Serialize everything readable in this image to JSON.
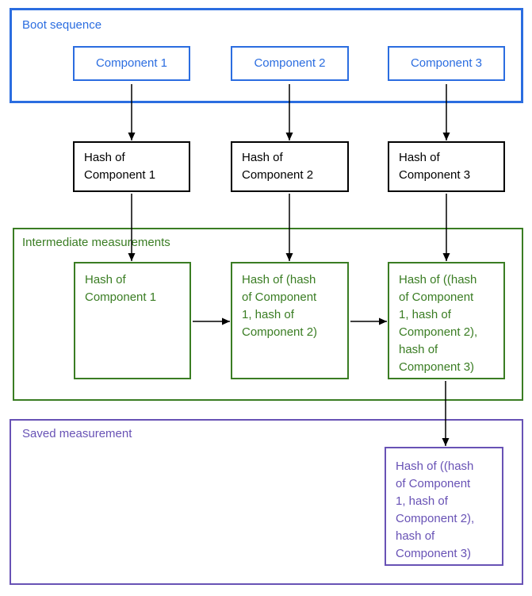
{
  "colors": {
    "blue": "#2b6de0",
    "green": "#3a7d23",
    "purple": "#6852b5",
    "box_black": "#000000",
    "arrow": "#000000",
    "background": "#ffffff"
  },
  "boot_sequence": {
    "label": "Boot sequence",
    "components": [
      {
        "label": "Component 1"
      },
      {
        "label": "Component 2"
      },
      {
        "label": "Component 3"
      }
    ]
  },
  "hash_row": [
    {
      "text": "Hash of\nComponent 1"
    },
    {
      "text": "Hash of\nComponent 2"
    },
    {
      "text": "Hash of\nComponent 3"
    }
  ],
  "intermediate": {
    "label": "Intermediate measurements",
    "boxes": [
      {
        "text": "Hash of\nComponent 1"
      },
      {
        "text": "Hash of (hash\nof Component\n1, hash of\nComponent 2)"
      },
      {
        "text": "Hash of ((hash\nof Component\n1, hash of\nComponent 2),\nhash of\nComponent 3)"
      }
    ]
  },
  "saved": {
    "label": "Saved measurement",
    "box": {
      "text": "Hash of ((hash\nof Component\n1, hash of\nComponent 2),\nhash of\nComponent 3)"
    }
  }
}
